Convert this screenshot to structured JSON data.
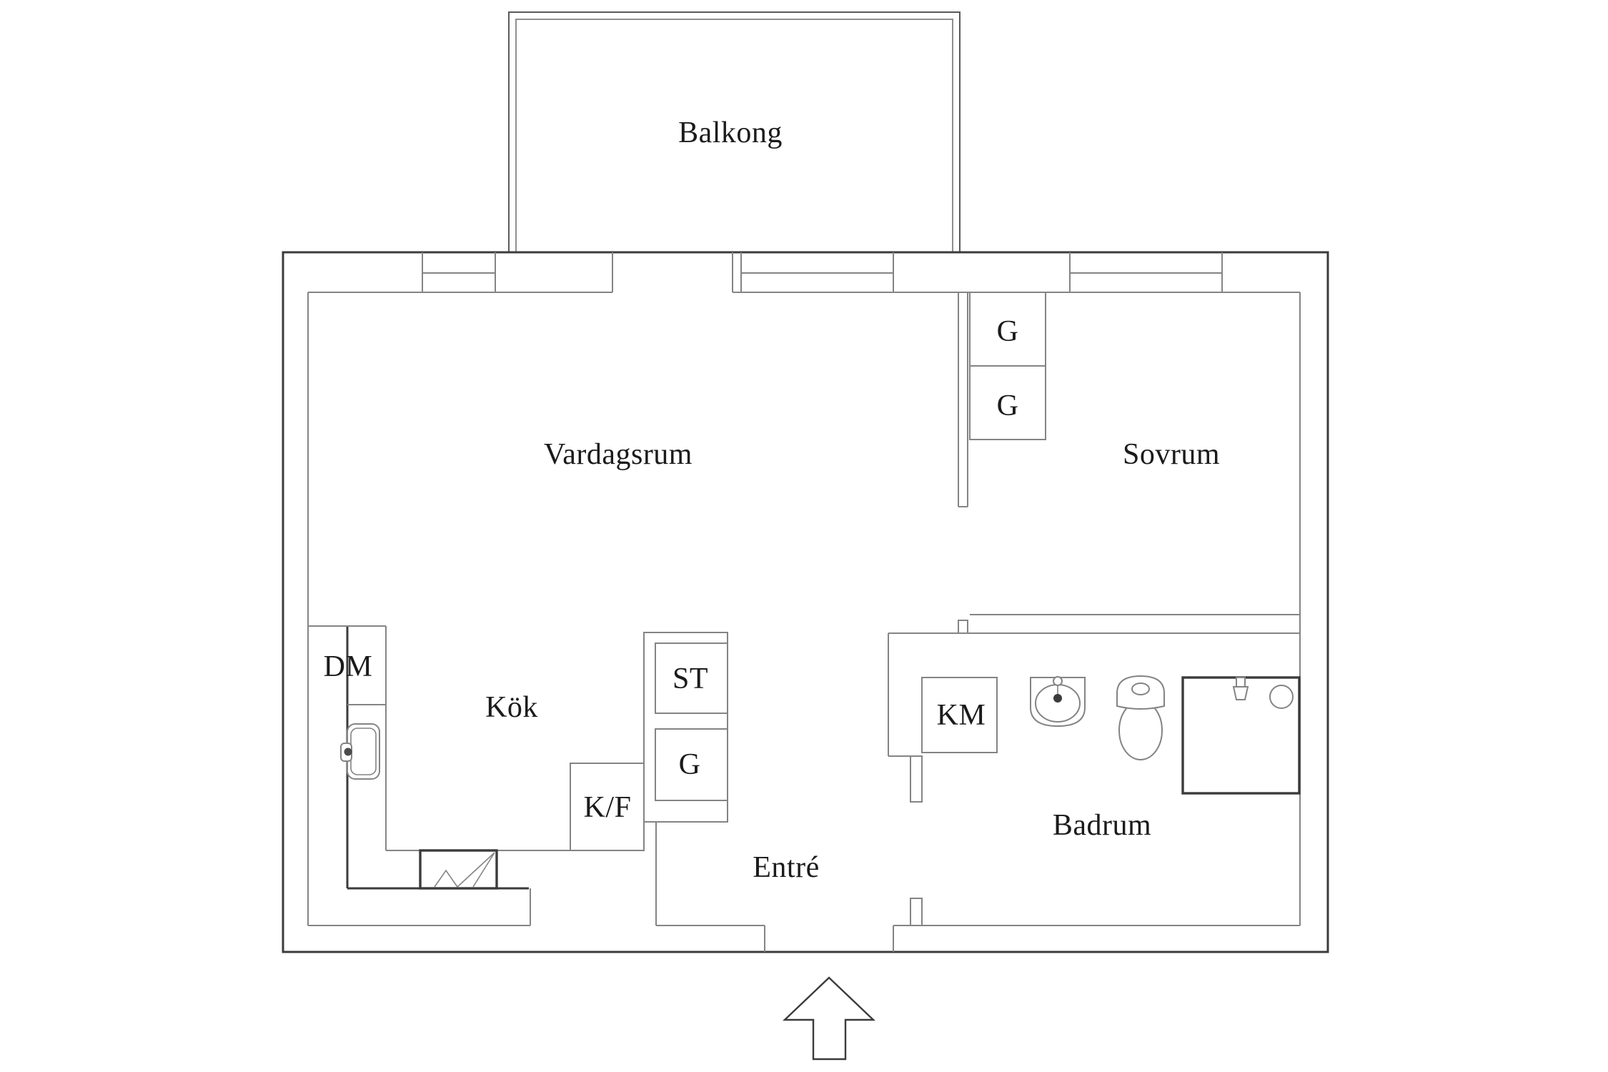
{
  "floorplan": {
    "balcony": {
      "label": "Balkong"
    },
    "living_room": {
      "label": "Vardagsrum"
    },
    "bedroom": {
      "label": "Sovrum",
      "closets": [
        "G",
        "G"
      ]
    },
    "kitchen": {
      "label": "Kök",
      "dishwasher": "DM",
      "fridge_freezer": "K/F"
    },
    "hall": {
      "label": "Entré",
      "closet_top": "ST",
      "closet_bottom": "G"
    },
    "bathroom": {
      "label": "Badrum",
      "washing_machine": "KM"
    },
    "colors": {
      "wall_dark": "#3b3b3b",
      "wall_gray": "#848484",
      "balcony_dark": "#5a5a5a",
      "balcony_gray": "#8f8f8f",
      "text": "#1b1b1b",
      "background": "#ffffff"
    }
  }
}
